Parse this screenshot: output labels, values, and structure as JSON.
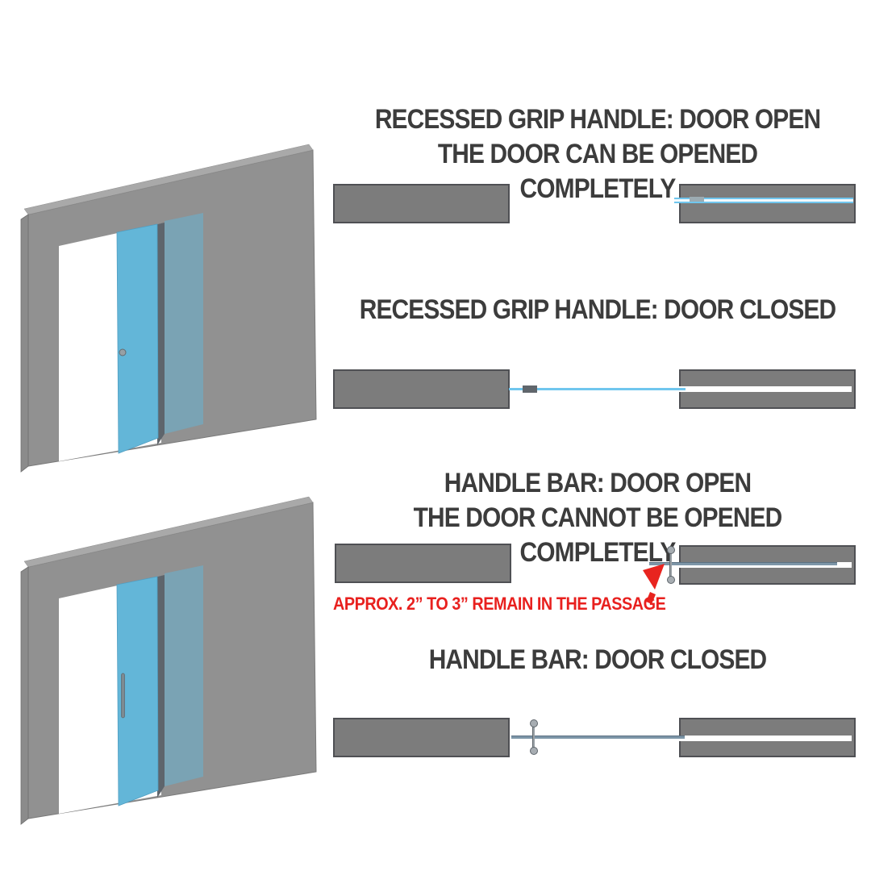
{
  "page": {
    "background": "#ffffff"
  },
  "sections": [
    {
      "id": "recessed-grip-open",
      "title_lines": [
        "RECESSED GRIP HANDLE: DOOR OPEN",
        "THE DOOR CAN BE OPENED COMPLETELY"
      ]
    },
    {
      "id": "recessed-grip-closed",
      "title_lines": [
        "RECESSED GRIP HANDLE: DOOR CLOSED"
      ]
    },
    {
      "id": "handle-bar-open",
      "title_lines": [
        "HANDLE BAR: DOOR OPEN",
        "THE DOOR CANNOT BE OPENED COMPLETELY"
      ],
      "note": "APPROX. 2” TO 3” REMAIN IN THE PASSAGE"
    },
    {
      "id": "handle-bar-closed",
      "title_lines": [
        "HANDLE BAR: DOOR CLOSED"
      ]
    }
  ],
  "icons": {
    "click_cursor": "red-click-cursor",
    "recessed_grip": "recessed-grip-dot",
    "handle_bar": "vertical-handle-bar"
  },
  "colors": {
    "wall_gray": "#919191",
    "wall_bevel": "#a9a9a9",
    "wall_side": "#8b8b8b",
    "plan_wall_fill": "#7c7c7c",
    "plan_wall_border": "#4f5054",
    "door_blue": "#63b6d8",
    "door_line_blue": "#70c6ee",
    "door_line_steel": "#7d96a8",
    "title_text": "#3c3c3c",
    "warning_red": "#e8201e"
  }
}
